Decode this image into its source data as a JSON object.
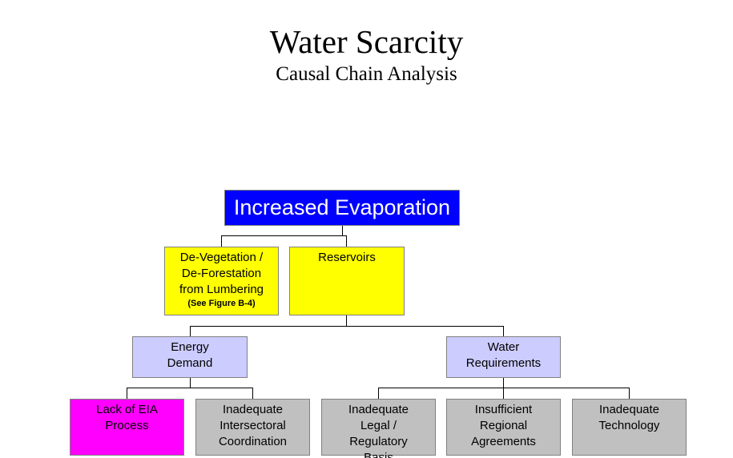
{
  "title": "Water Scarcity",
  "subtitle": "Causal Chain Analysis",
  "root": {
    "label": "Increased Evaporation",
    "color": "#0000ff"
  },
  "level1": [
    {
      "label": "De-Vegetation / De-Forestation from Lumbering",
      "note": "(See Figure B-4)",
      "color": "#ffff00"
    },
    {
      "label": "Reservoirs",
      "color": "#ffff00"
    }
  ],
  "level2": [
    {
      "label": "Energy Demand",
      "color": "#ccccff"
    },
    {
      "label": "Water Requirements",
      "color": "#ccccff"
    }
  ],
  "level3": [
    {
      "label": "Lack of EIA Process",
      "color": "#ff00ff"
    },
    {
      "label": "Inadequate Intersectoral Coordination",
      "color": "#c0c0c0"
    },
    {
      "label": "Inadequate Legal / Regulatory Basis",
      "color": "#c0c0c0"
    },
    {
      "label": "Insufficient Regional Agreements",
      "color": "#c0c0c0"
    },
    {
      "label": "Inadequate Technology",
      "color": "#c0c0c0"
    }
  ]
}
